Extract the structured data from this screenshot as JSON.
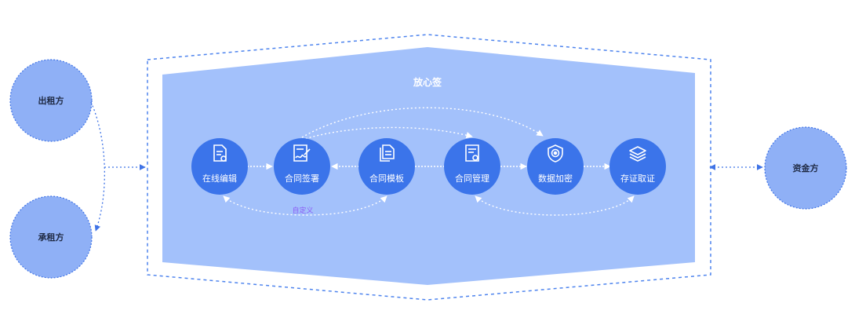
{
  "parties": {
    "lessor": "出租方",
    "lessee": "承租方",
    "funder": "资金方"
  },
  "platform": {
    "title": "放心签"
  },
  "nodes": [
    {
      "id": "online-edit",
      "label": "在线编辑",
      "icon": "document-edit-icon"
    },
    {
      "id": "contract-sign",
      "label": "合同签署",
      "icon": "signature-icon"
    },
    {
      "id": "contract-template",
      "label": "合同模板",
      "icon": "template-copy-icon"
    },
    {
      "id": "contract-manage",
      "label": "合同管理",
      "icon": "document-manage-icon"
    },
    {
      "id": "data-encrypt",
      "label": "数据加密",
      "icon": "shield-icon"
    },
    {
      "id": "evidence",
      "label": "存证取证",
      "icon": "layers-icon"
    }
  ],
  "annotations": {
    "custom": "自定义"
  },
  "colors": {
    "party_fill": "#8fb0f6",
    "party_stroke": "#3f73e6",
    "panel_fill": "#a3c1fb",
    "node_fill": "#3b74ea",
    "dotted_line": "#4e84ee",
    "arc_line": "#ffffff",
    "custom_text": "#8b5cf6"
  }
}
